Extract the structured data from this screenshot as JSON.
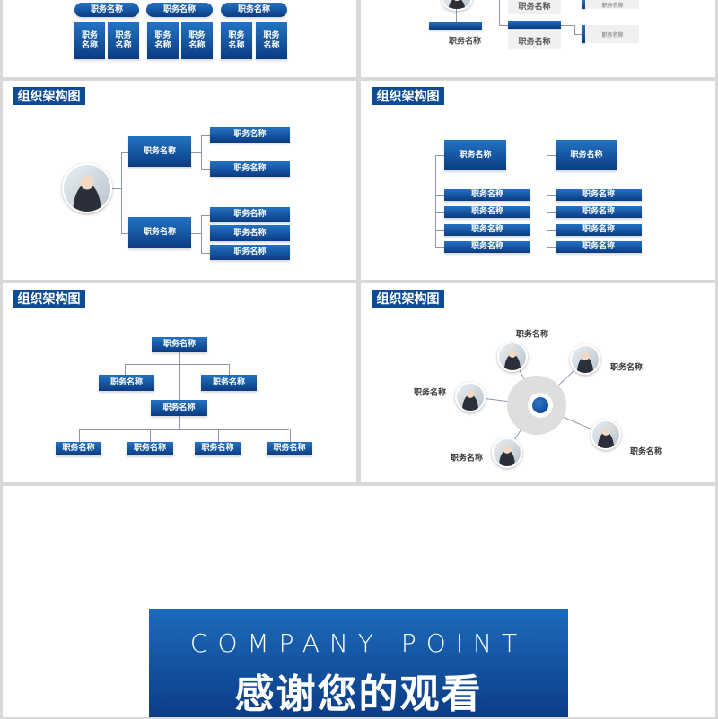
{
  "section_title": "组织架构图",
  "role_label": "职务名称",
  "role_label_vertical": "职务\n名称",
  "ending": {
    "company": "COMPANY POINT",
    "thanks": "感谢您的观看"
  },
  "colors": {
    "primary": "#0f4c97",
    "gradient_top": "#2373c2",
    "gradient_bottom": "#0b3b82",
    "divider": "#d9d9d9"
  }
}
